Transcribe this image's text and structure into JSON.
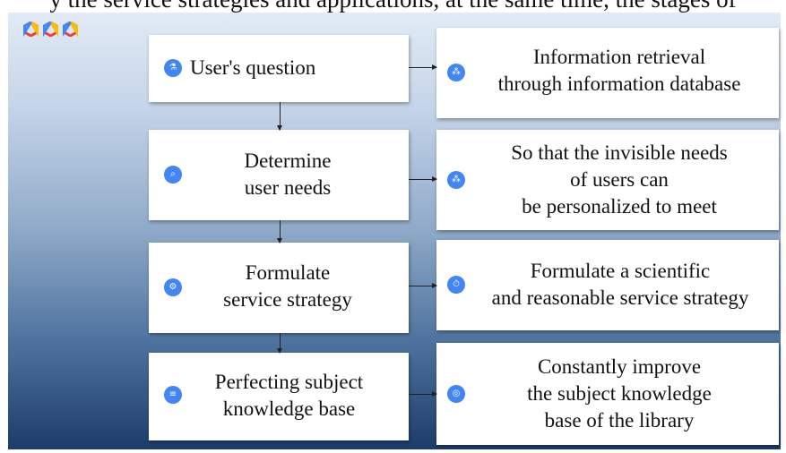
{
  "header_text": "y    the   service   strategies   and  applications,   at   the  same  time,   the   stages   of",
  "colors": {
    "icon_blue": "#4285f4",
    "panel_top": "#e2ebf6",
    "panel_bottom": "#1d3c6a"
  },
  "left_steps": [
    {
      "icon": "flask-icon",
      "lines": [
        "User's question"
      ]
    },
    {
      "icon": "search-icon",
      "lines": [
        "Determine",
        "user needs"
      ]
    },
    {
      "icon": "gear-icon",
      "lines": [
        "Formulate",
        "service strategy"
      ]
    },
    {
      "icon": "list-icon",
      "lines": [
        "Perfecting subject",
        "knowledge base"
      ]
    }
  ],
  "right_results": [
    {
      "icon": "nodes-icon",
      "lines": [
        "Information retrieval",
        "through information database"
      ]
    },
    {
      "icon": "nodes-icon",
      "lines": [
        "So that the invisible needs",
        "of users can",
        "be personalized to meet"
      ]
    },
    {
      "icon": "timer-icon",
      "lines": [
        "Formulate a scientific",
        "and reasonable service strategy"
      ]
    },
    {
      "icon": "target-icon",
      "lines": [
        "Constantly improve",
        "the subject knowledge",
        "base of the library"
      ]
    }
  ]
}
